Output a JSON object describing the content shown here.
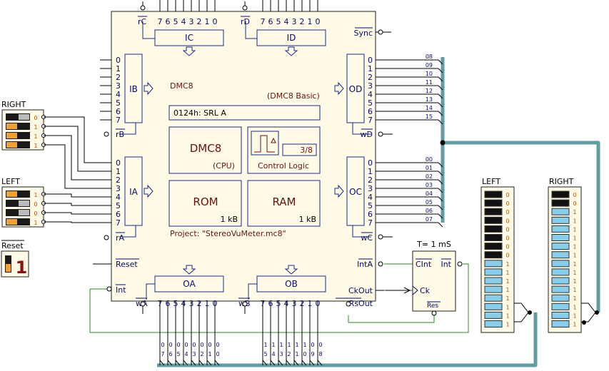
{
  "chip": {
    "name": "DMC8",
    "variant": "(DMC8 Basic)",
    "instruction": "0124h:  SRL  A",
    "cpu_title": "DMC8",
    "cpu_sub": "(CPU)",
    "control_logic": "Control Logic",
    "step": "3/8",
    "rom_title": "ROM",
    "rom_size": "1 kB",
    "ram_title": "RAM",
    "ram_size": "1 kB",
    "project": "Project: \"StereoVuMeter.mc8\""
  },
  "ports": {
    "ic": "IC",
    "id": "ID",
    "ib": "IB",
    "ia": "IA",
    "od": "OD",
    "oc": "OC",
    "oa": "OA",
    "ob": "OB",
    "rc": "rC",
    "rd": "rD",
    "rb": "rB",
    "ra": "rA",
    "wd": "wD",
    "wc": "wC",
    "wa": "wA",
    "wb": "wB",
    "sync": "Sync",
    "reset": "Reset",
    "int_in": "Int",
    "inta": "IntA",
    "ckout": "CkOut",
    "rsout": "RsOut"
  },
  "bit_labels_top": [
    "7",
    "6",
    "5",
    "4",
    "3",
    "2",
    "1",
    "0"
  ],
  "bit_labels_side": [
    "0",
    "1",
    "2",
    "3",
    "4",
    "5",
    "6",
    "7"
  ],
  "od_bus": [
    "08",
    "09",
    "10",
    "11",
    "12",
    "13",
    "14",
    "15"
  ],
  "oc_bus": [
    "00",
    "01",
    "02",
    "03",
    "04",
    "05",
    "06",
    "07"
  ],
  "oa_bus": [
    "07",
    "06",
    "05",
    "04",
    "03",
    "02",
    "01",
    "00"
  ],
  "ob_bus": [
    "15",
    "14",
    "13",
    "12",
    "11",
    "10",
    "09",
    "08"
  ],
  "timer": {
    "title": "T= 1 mS",
    "cint": "CInt",
    "int": "Int",
    "ck": "Ck",
    "res": "Res"
  },
  "switches": {
    "right_title": "RIGHT",
    "right_vals": [
      "0",
      "1",
      "1",
      "1"
    ],
    "left_title": "LEFT",
    "left_vals": [
      "1",
      "0",
      "0",
      "1"
    ],
    "reset_title": "Reset",
    "reset_val": "1"
  },
  "bars": {
    "left_title": "LEFT",
    "left_vals": [
      "0",
      "0",
      "0",
      "0",
      "0",
      "0",
      "0",
      "0",
      "1",
      "1",
      "1",
      "1",
      "1",
      "1",
      "1",
      "1"
    ],
    "right_title": "RIGHT",
    "right_vals": [
      "0",
      "0",
      "1",
      "1",
      "1",
      "1",
      "1",
      "1",
      "1",
      "1",
      "1",
      "1",
      "1",
      "1",
      "1",
      "1"
    ]
  },
  "colors": {
    "chip": "#fffbe6",
    "wire": "#000000",
    "bus": "#5f9ea0",
    "led_on": "#87ceeb",
    "led_off": "#111111",
    "label": "#0a0a6a",
    "accent": "#6b1010"
  }
}
